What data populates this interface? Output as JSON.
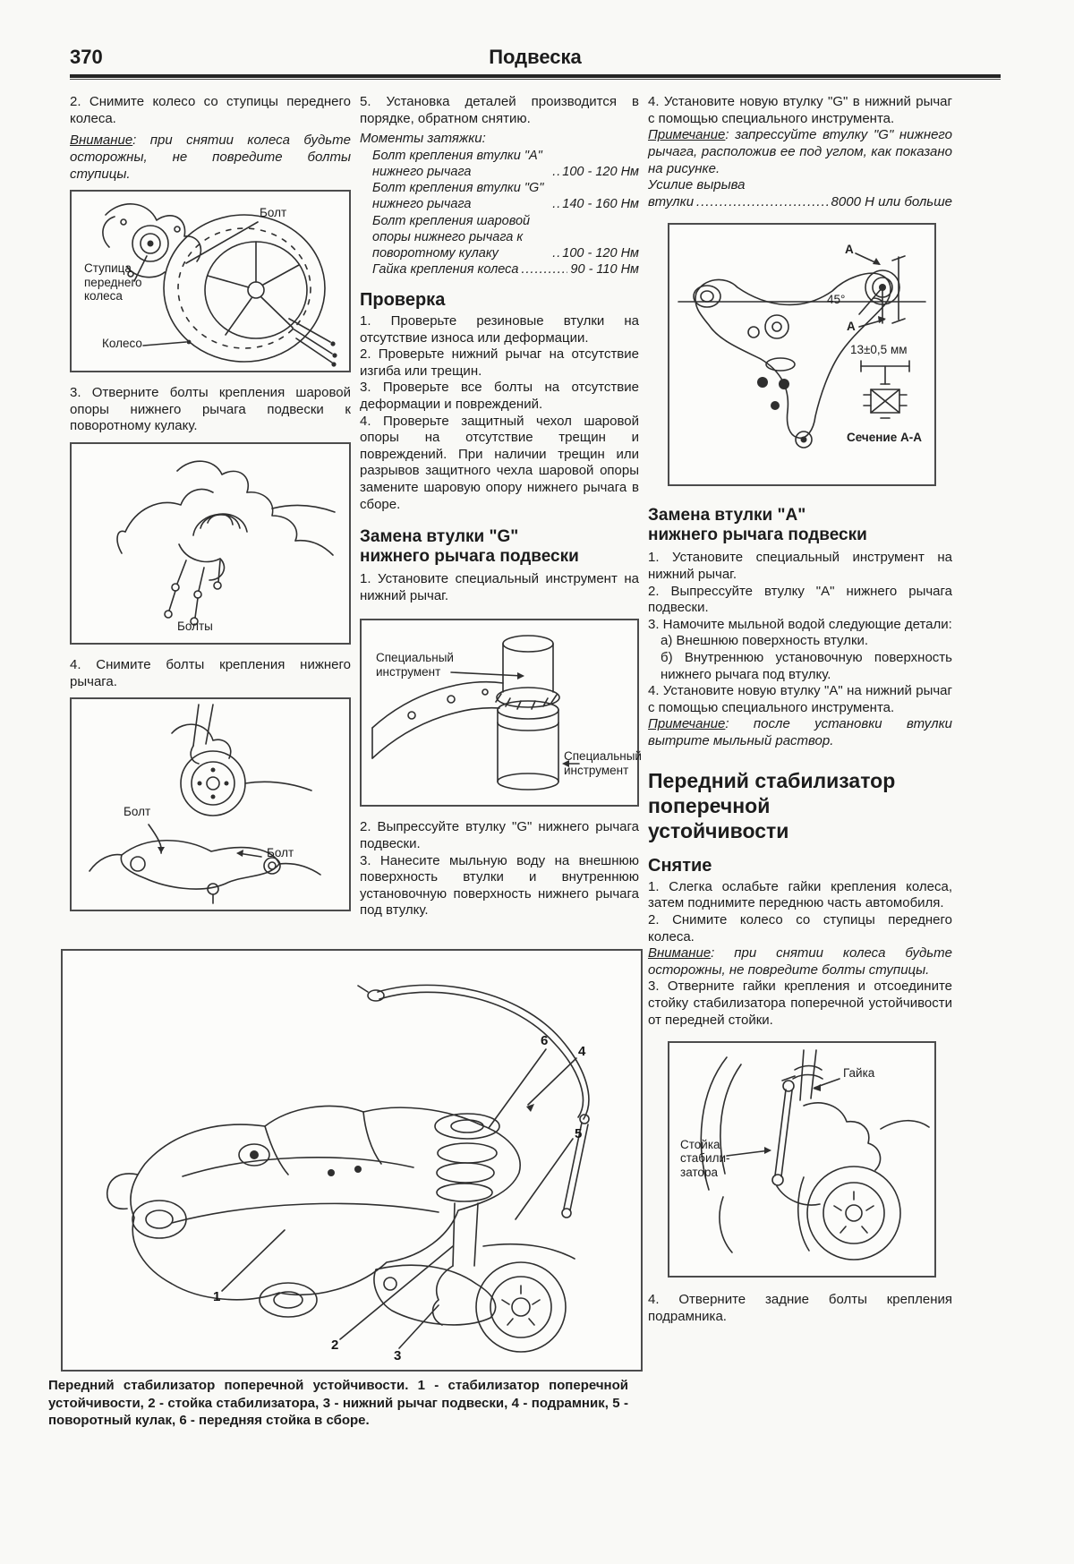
{
  "page": {
    "number": "370",
    "title": "Подвеска"
  },
  "left": {
    "step2": "2. Снимите колесо со ступицы переднего колеса.",
    "warning1_label": "Внимание",
    "warning1_text": ": при снятии колеса будьте осторожны, не повредите болты ступицы.",
    "fig_wheel": {
      "label_bolt": "Болт",
      "label_hub": "Ступица\nпереднего\nколеса",
      "label_wheel": "Колесо"
    },
    "step3": "3. Отверните болты крепления шаровой опоры нижнего рычага подвески к поворотному кулаку.",
    "fig_balljoint": {
      "label_bolts": "Болты"
    },
    "step4": "4. Снимите болты крепления нижнего рычага.",
    "fig_arm": {
      "label_bolt1": "Болт",
      "label_bolt2": "Болт"
    }
  },
  "middle": {
    "step5": "5. Установка деталей производится в порядке, обратном снятию.",
    "torques_heading": "Моменты затяжки:",
    "torques": [
      {
        "name": "Болт крепления втулки \"А\" нижнего рычага",
        "value": "100 - 120 Нм"
      },
      {
        "name": "Болт крепления втулки \"G\" нижнего рычага",
        "value": "140 - 160 Нм"
      },
      {
        "name": "Болт крепления шаровой опоры нижнего рычага к поворотному кулаку",
        "value": "100 - 120 Нм"
      },
      {
        "name": "Гайка крепления колеса",
        "value": "90 - 110 Нм"
      }
    ],
    "check_heading": "Проверка",
    "check_steps": [
      "1. Проверьте резиновые втулки на отсутствие износа или деформации.",
      "2. Проверьте нижний рычаг на отсутствие изгиба или трещин.",
      "3. Проверьте все болты на отсутствие деформации и повреждений.",
      "4. Проверьте защитный чехол шаровой опоры на отсутствие трещин и повреждений. При наличии трещин или разрывов защитного чехла шаровой опоры замените шаровую опору нижнего рычага в сборе."
    ],
    "bushing_g_heading": "Замена втулки \"G\"\nнижнего рычага подвески",
    "bushing_g_step1": "1. Установите специальный инструмент на нижний рычаг.",
    "fig_tool": {
      "label_tool1": "Специальный\nинструмент",
      "label_tool2": "Специальный\nинструмент"
    },
    "bushing_g_step2": "2. Выпрессуйте втулку \"G\" нижнего рычага подвески.",
    "bushing_g_step3": "3. Нанесите мыльную воду на внешнюю поверхность втулки и внутреннюю установочную поверхность нижнего рычага под втулку."
  },
  "right": {
    "step4": "4. Установите новую втулку \"G\" в нижний рычаг с помощью специального инструмента.",
    "note1_label": "Примечание",
    "note1_text": ": запрессуйте втулку \"G\" нижнего рычага, расположив ее под углом, как показано на рисунке.",
    "effort_line1": "Усилие вырыва",
    "effort_name": "втулки",
    "effort_value": "8000 Н или больше",
    "fig_arm_section": {
      "label_a_top": "А",
      "label_angle": "45°",
      "label_a_bottom": "А",
      "label_dim": "13±0,5 мм",
      "label_section": "Сечение А-А"
    },
    "bushing_a_heading": "Замена втулки \"А\"\nнижнего рычага подвески",
    "bushing_a_steps": [
      "1. Установите специальный инструмент на нижний рычаг.",
      "2. Выпрессуйте втулку \"А\" нижнего рычага подвески.",
      "3. Намочите мыльной водой следующие детали:"
    ],
    "bushing_a_sub_a": "а) Внешнюю поверхность втулки.",
    "bushing_a_sub_b": "б) Внутреннюю установочную поверхность нижнего рычага под втулку.",
    "bushing_a_step4": "4. Установите новую втулку \"А\" на нижний рычаг с помощью специального инструмента.",
    "note2_label": "Примечание",
    "note2_text": ": после установки втулки вытрите мыльный раствор.",
    "stab_heading": "Передний стабилизатор\nпоперечной\nустойчивости",
    "removal_heading": "Снятие",
    "removal_step1": "1. Слегка ослабьте гайки крепления колеса, затем поднимите переднюю часть автомобиля.",
    "removal_step2": "2. Снимите колесо со ступицы переднего колеса.",
    "warning2_label": "Внимание",
    "warning2_text": ": при снятии колеса будьте осторожны, не повредите болты ступицы.",
    "removal_step3": "3. Отверните гайки крепления и отсоедините стойку стабилизатора поперечной устойчивости от передней стойки.",
    "fig_strut": {
      "label_nut": "Гайка",
      "label_link": "Стойка\nстабили-\nзатора"
    },
    "removal_step4": "4. Отверните задние болты крепления подрамника."
  },
  "bottom_figure": {
    "callouts": [
      "1",
      "2",
      "3",
      "4",
      "5",
      "6"
    ],
    "caption": "Передний стабилизатор поперечной устойчивости. 1 - стабилизатор поперечной устойчивости, 2 - стойка стабилизатора, 3 - нижний рычаг подвески, 4 - подрамник, 5 - поворотный кулак, 6 - передняя стойка в сборе."
  }
}
